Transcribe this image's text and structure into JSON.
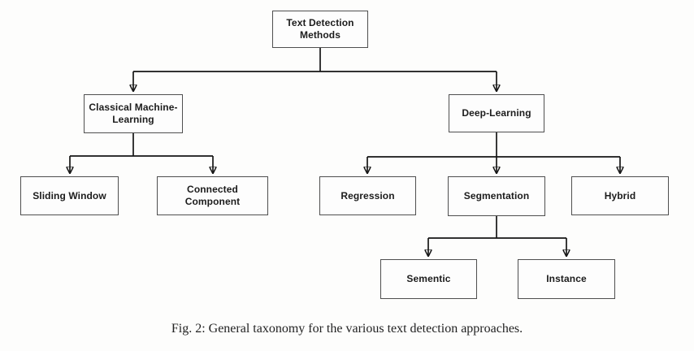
{
  "figure": {
    "caption": "Fig. 2: General taxonomy for the various text detection approaches."
  },
  "taxonomy": {
    "label": "Text Detection\nMethods",
    "children": [
      {
        "label": "Classical Machine-\nLearning",
        "children": [
          {
            "label": "Sliding Window"
          },
          {
            "label": "Connected\nComponent"
          }
        ]
      },
      {
        "label": "Deep-Learning",
        "children": [
          {
            "label": "Regression"
          },
          {
            "label": "Segmentation",
            "children": [
              {
                "label": "Sementic"
              },
              {
                "label": "Instance"
              }
            ]
          },
          {
            "label": "Hybrid"
          }
        ]
      }
    ]
  },
  "colors": {
    "background": "#fdfdfc",
    "box_fill": "#fdfdfd",
    "box_border": "#4f4f4f",
    "line": "#161616",
    "text": "#1c1c1c"
  }
}
